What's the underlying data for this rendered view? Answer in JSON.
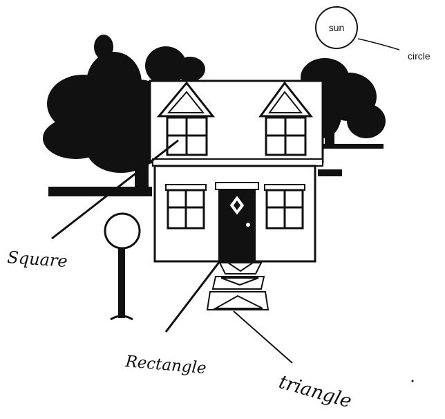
{
  "labels": {
    "sun": "sun",
    "circle": "circle",
    "square": "Square",
    "rectangle": "Rectangle",
    "triangle": "triangle"
  },
  "colors": {
    "ink": "#111111",
    "background": "#ffffff"
  }
}
